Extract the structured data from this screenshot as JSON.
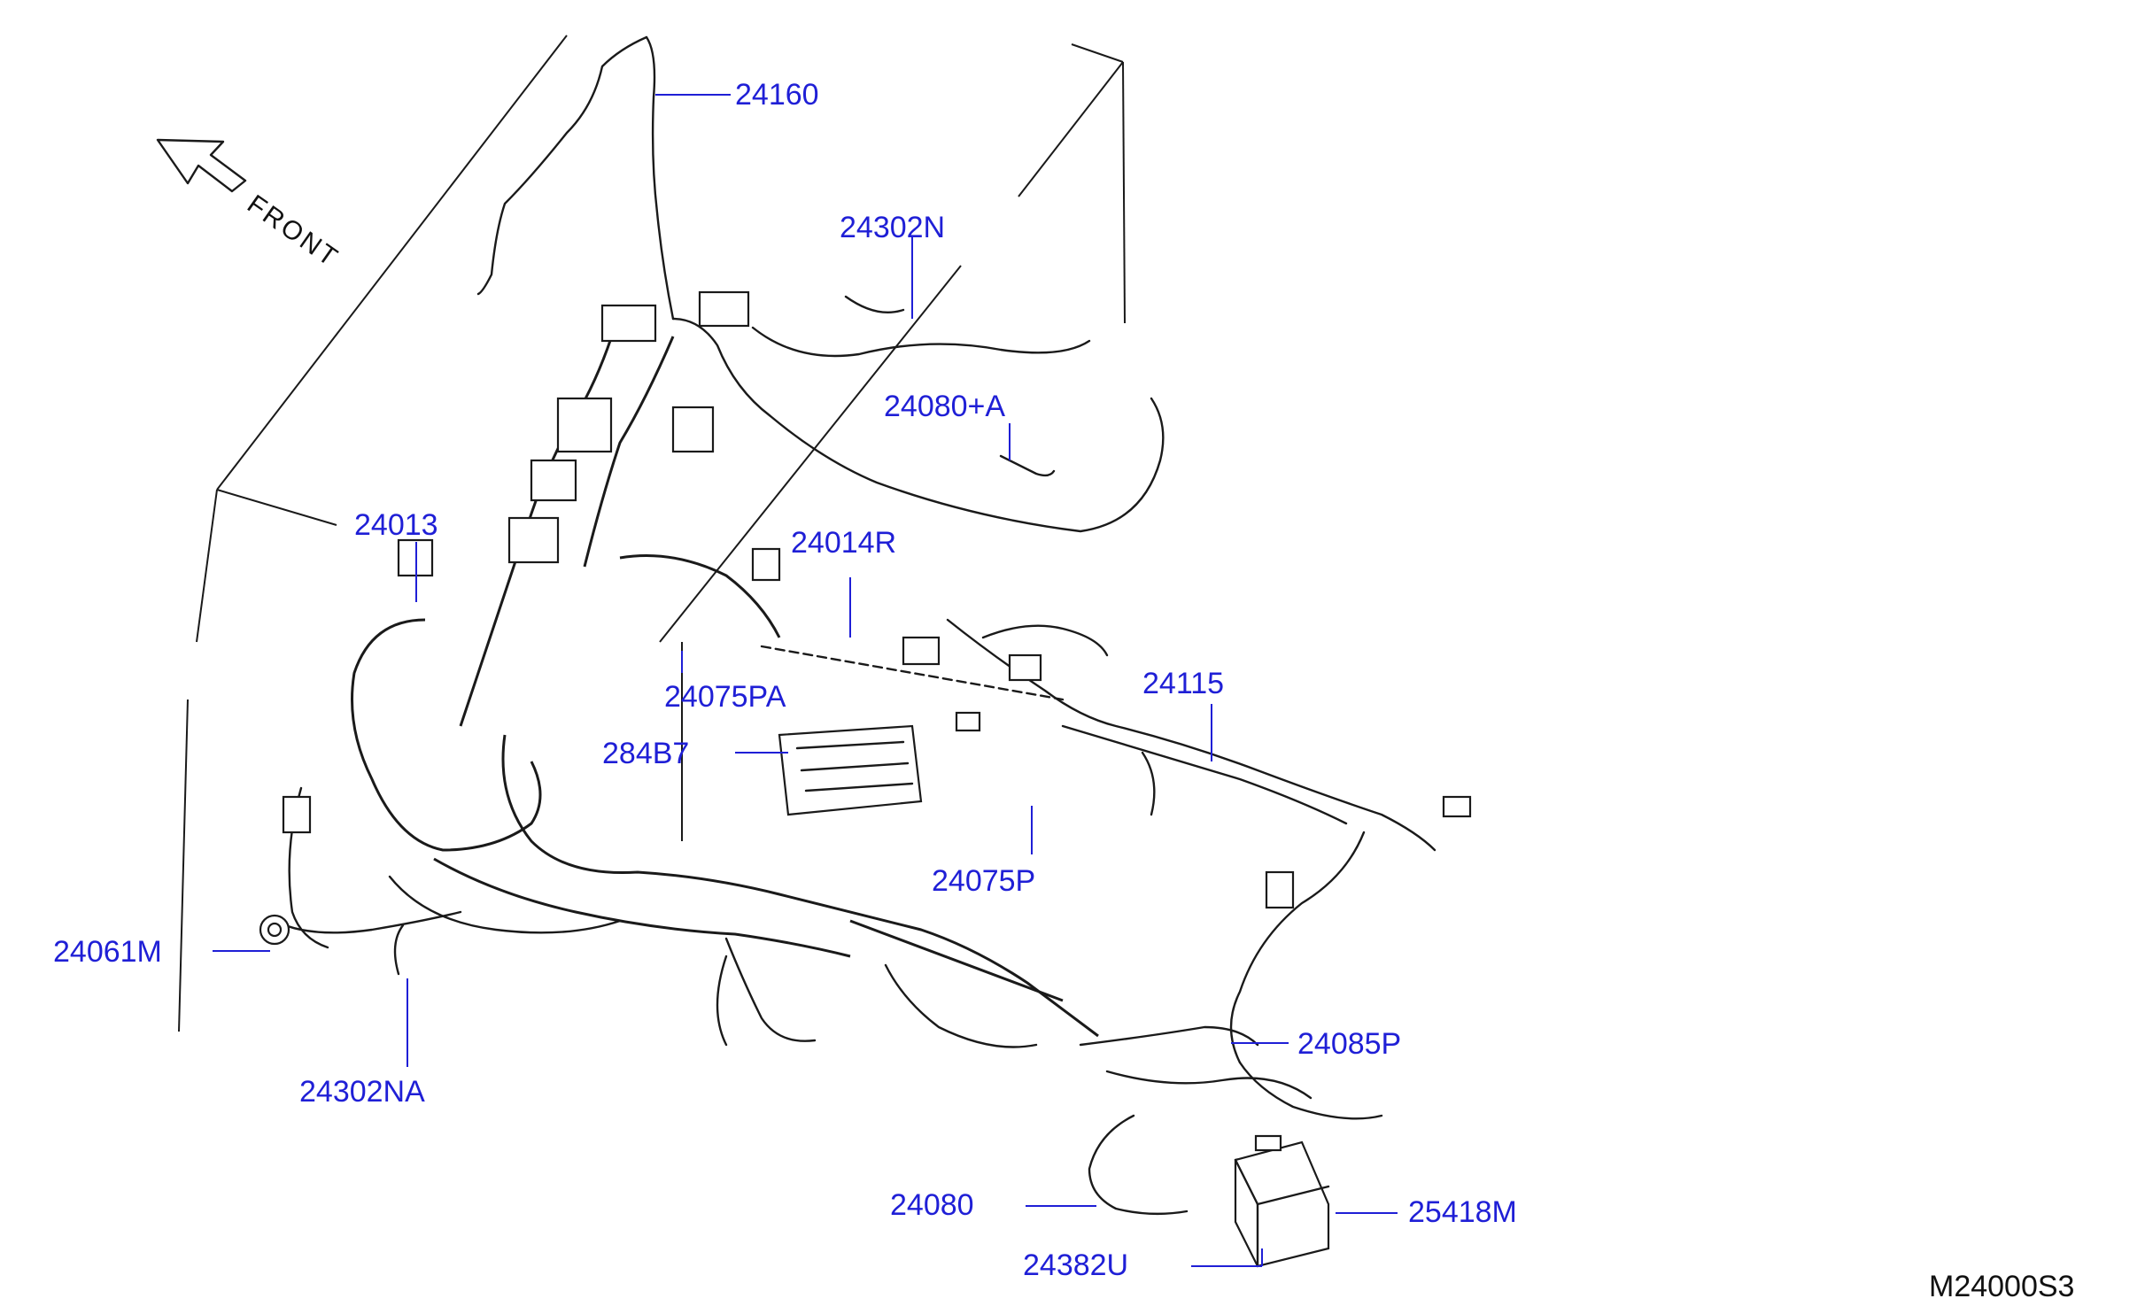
{
  "orientation": {
    "front_label": "FRONT"
  },
  "drawing_code": "M24000S3",
  "parts": [
    {
      "id": "p24160",
      "label": "24160"
    },
    {
      "id": "p24302N",
      "label": "24302N"
    },
    {
      "id": "p24080A",
      "label": "24080+A"
    },
    {
      "id": "p24013",
      "label": "24013"
    },
    {
      "id": "p24014R",
      "label": "24014R"
    },
    {
      "id": "p24075PA",
      "label": "24075PA"
    },
    {
      "id": "p24115",
      "label": "24115"
    },
    {
      "id": "p284B7",
      "label": "284B7"
    },
    {
      "id": "p24075P",
      "label": "24075P"
    },
    {
      "id": "p24061M",
      "label": "24061M"
    },
    {
      "id": "p24302NA",
      "label": "24302NA"
    },
    {
      "id": "p24085P",
      "label": "24085P"
    },
    {
      "id": "p24080",
      "label": "24080"
    },
    {
      "id": "p25418M",
      "label": "25418M"
    },
    {
      "id": "p24382U",
      "label": "24382U"
    }
  ],
  "colors": {
    "label": "#1f1fd6",
    "line": "#1a1a1a"
  }
}
